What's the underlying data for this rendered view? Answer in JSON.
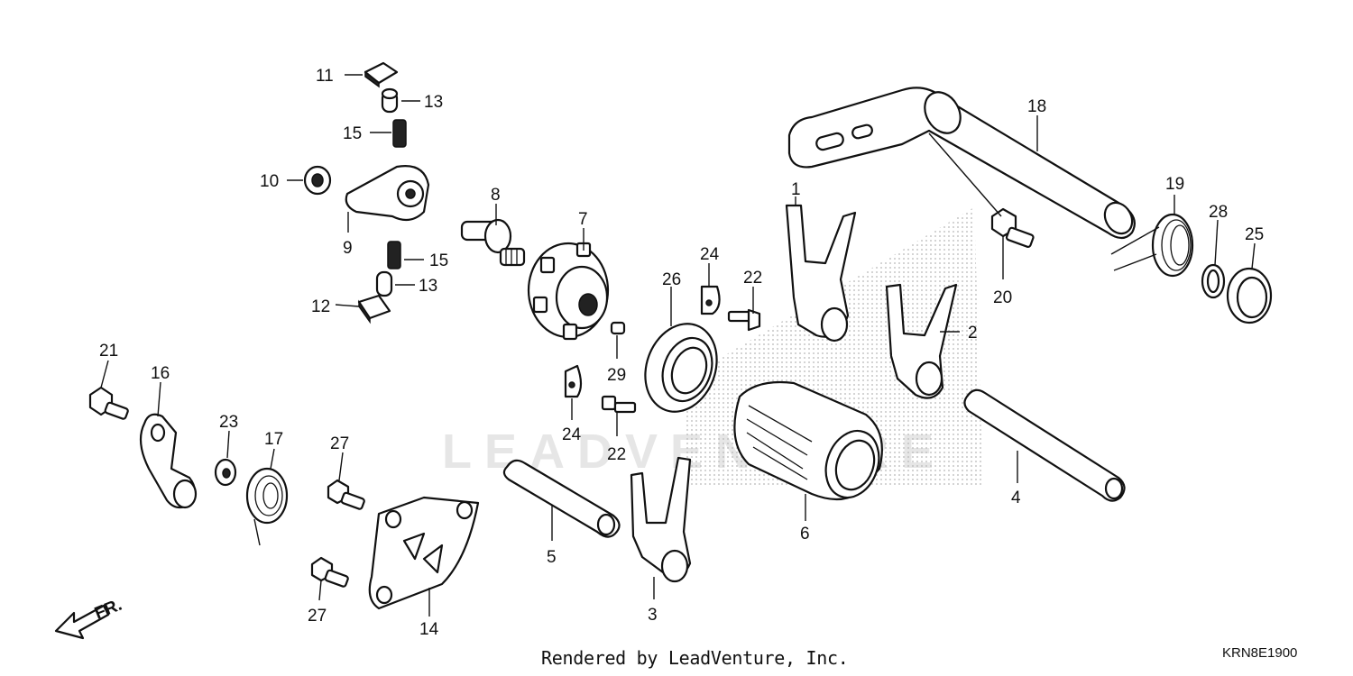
{
  "diagram": {
    "code": "KRN8E1900",
    "credit": "Rendered by LeadVenture, Inc.",
    "watermark": "LEADVENTURE",
    "front_marker": "FR.",
    "callouts": {
      "c1": "1",
      "c2": "2",
      "c3": "3",
      "c4": "4",
      "c5": "5",
      "c6": "6",
      "c7": "7",
      "c8": "8",
      "c9": "9",
      "c10": "10",
      "c11": "11",
      "c12": "12",
      "c13a": "13",
      "c13b": "13",
      "c14": "14",
      "c15a": "15",
      "c15b": "15",
      "c16": "16",
      "c17": "17",
      "c18": "18",
      "c19": "19",
      "c20": "20",
      "c21": "21",
      "c22a": "22",
      "c22b": "22",
      "c23": "23",
      "c24a": "24",
      "c24b": "24",
      "c25": "25",
      "c26": "26",
      "c27a": "27",
      "c27b": "27",
      "c28": "28",
      "c29": "29"
    }
  }
}
